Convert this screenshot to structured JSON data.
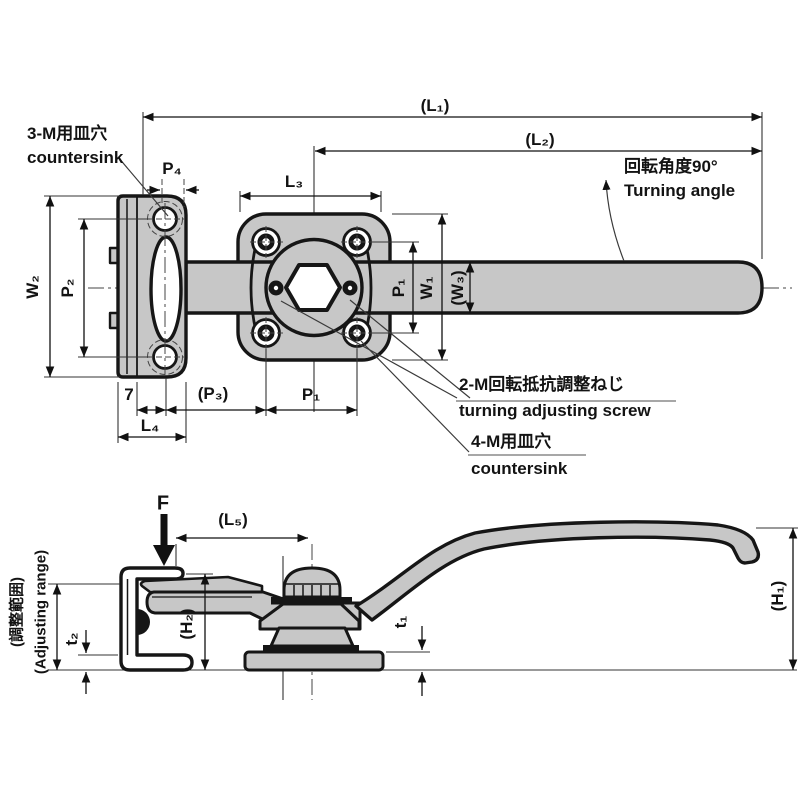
{
  "drawing_type": "mechanical technical drawing, two orthographic views of a turning latch handle",
  "colors": {
    "background": "#ffffff",
    "part_fill": "#c7c7c7",
    "outline": "#161616",
    "dimension_line": "#111111"
  },
  "top_view": {
    "dim_labels": {
      "l1": "(L₁)",
      "l2": "(L₂)",
      "l3": "L₃",
      "p4": "P₄",
      "w2": "W₂",
      "p2": "P₂",
      "p1_vertical": "P₁",
      "w1": "W₁",
      "w3": "(W₃)",
      "seven": "7",
      "p3": "(P₃)",
      "p1_horizontal": "P₁",
      "l4": "L₄"
    },
    "callouts": {
      "countersink_3m": {
        "jp": "3-M用皿穴",
        "en": "countersink"
      },
      "turning_angle": {
        "jp": "回転角度90°",
        "en": "Turning angle"
      },
      "adjusting_screw_2m": {
        "jp": "2-M回転抵抗調整ねじ",
        "en": "turning adjusting screw"
      },
      "countersink_4m": {
        "jp": "4-M用皿穴",
        "en": "countersink"
      }
    }
  },
  "side_view": {
    "dim_labels": {
      "f": "F",
      "l5": "(L₅)",
      "h1": "(H₁)",
      "h2": "(H₂)",
      "t1": "t₁",
      "t2": "t₂"
    },
    "adjusting_range": {
      "jp": "(調整範囲)",
      "en": "(Adjusting range)"
    }
  }
}
